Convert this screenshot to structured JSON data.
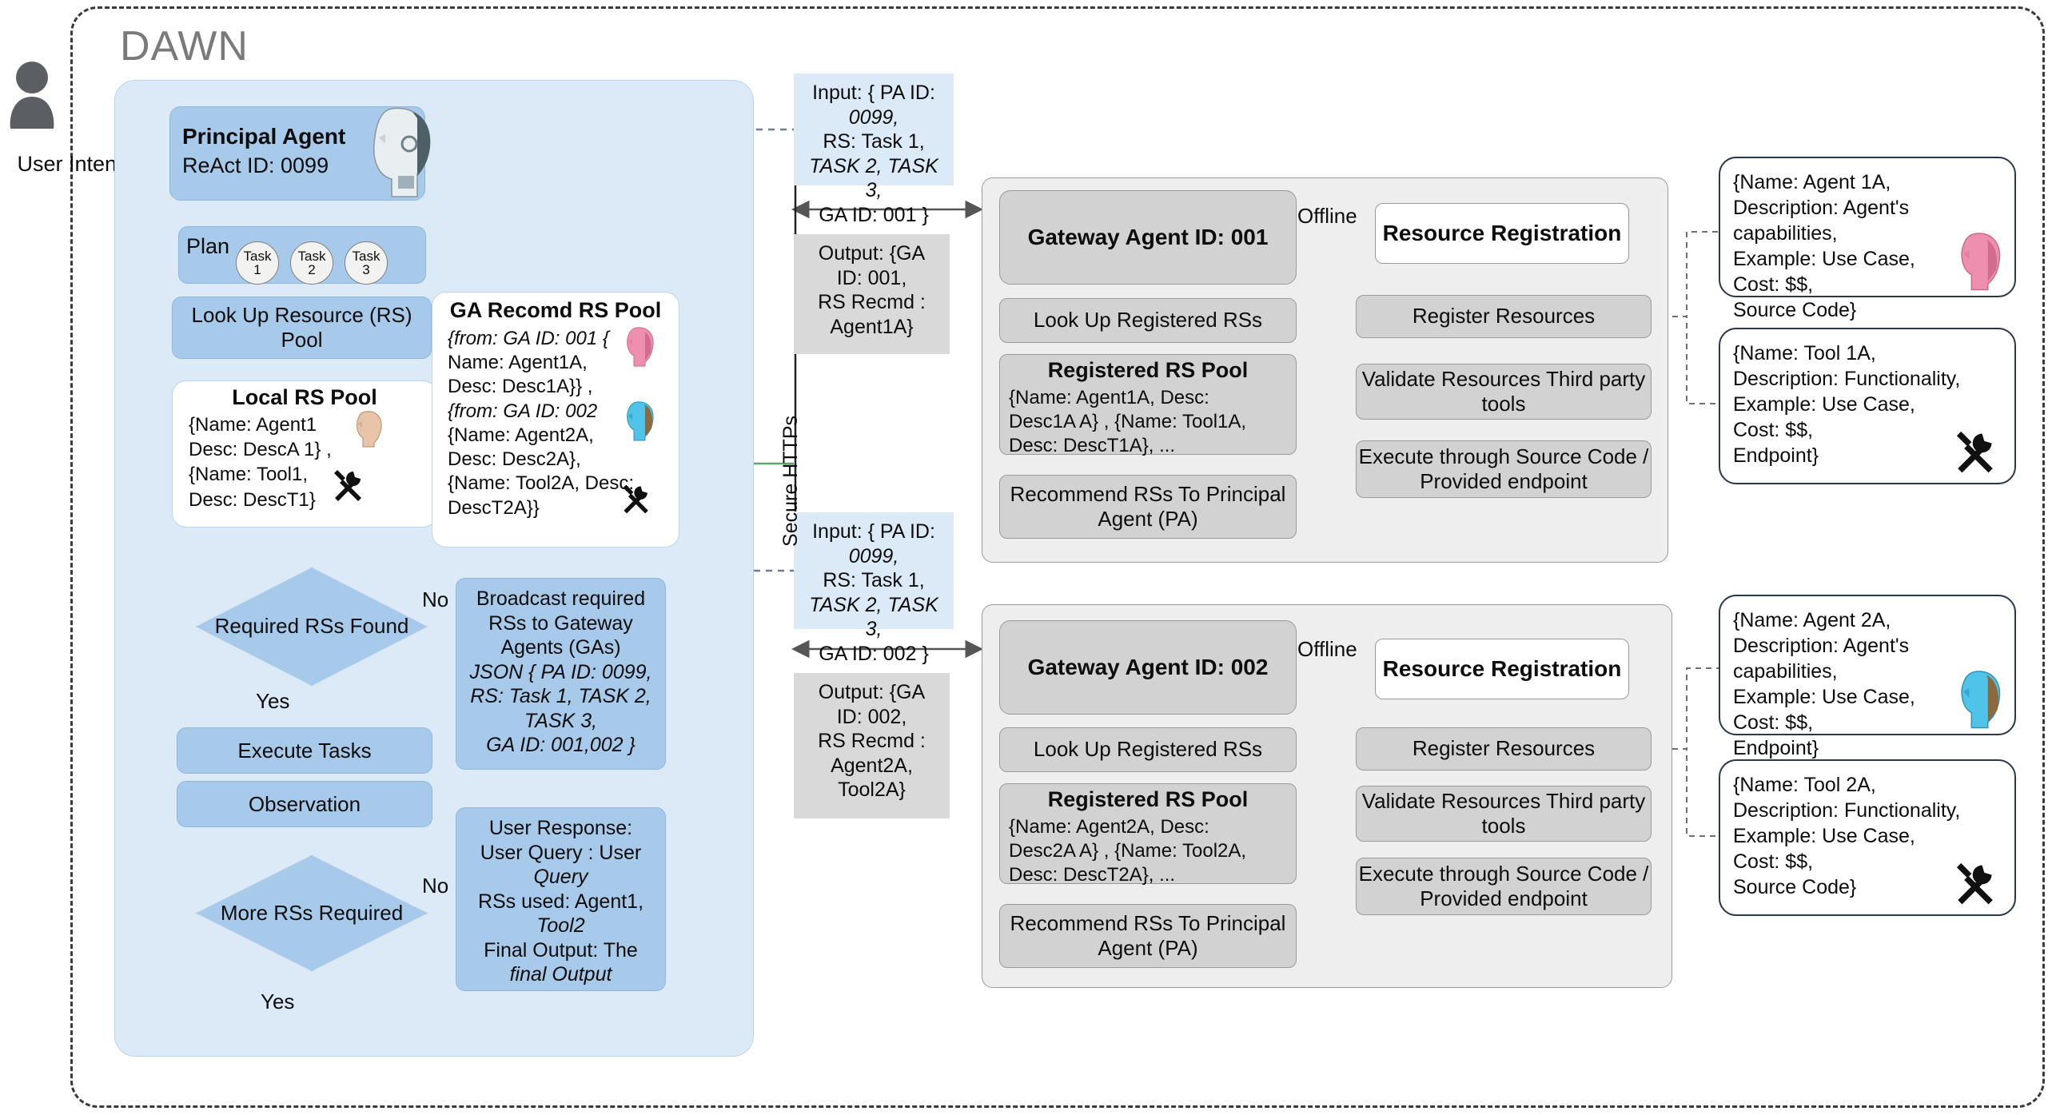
{
  "diagram": {
    "title": "DAWN",
    "user": {
      "icon": "user-avatar-icon",
      "label": "User Intent"
    },
    "secure_channel_label": "Secure HTTPs",
    "colors": {
      "panel_blue": "#dceaf7",
      "box_blue": "#a8caea",
      "panel_grey": "#eeeeee",
      "box_grey": "#d2d2d2",
      "message_grey": "#d9d9d9",
      "title_grey": "#7a7a7a",
      "card_border": "#27384a",
      "green_arrow": "#5aa469"
    }
  },
  "principal_agent": {
    "header_title": "Principal Agent",
    "header_subtitle": "ReAct ID: 0099",
    "plan_label": "Plan",
    "tasks": [
      {
        "line1": "Task",
        "line2": "1"
      },
      {
        "line1": "Task",
        "line2": "2"
      },
      {
        "line1": "Task",
        "line2": "3"
      }
    ],
    "lookup_box": "Look Up Resource (RS) Pool",
    "local_pool": {
      "title": "Local RS Pool",
      "lines": [
        "{Name: Agent1",
        "Desc: DescA 1} ,",
        "{Name: Tool1,",
        "Desc: DescT1}"
      ],
      "icons": [
        "agent-head-icon",
        "tools-icon"
      ]
    },
    "ga_recommended_pool": {
      "title": "GA Recomd RS Pool",
      "lines": [
        "{from: GA ID: 001 {",
        "Name: Agent1A,",
        "Desc: Desc1A}} ,",
        "{from: GA ID: 002",
        "{Name: Agent2A,",
        "Desc: Desc2A},",
        "{Name: Tool2A, Desc:",
        "DescT2A}}"
      ],
      "icons": [
        "pink-agent-head-icon",
        "blue-agent-head-icon",
        "tools-icon"
      ]
    },
    "decision_required_rs": "Required RSs Found",
    "decision_more_rs": "More RSs Required",
    "label_yes": "Yes",
    "label_no": "No",
    "execute_tasks": "Execute Tasks",
    "observation": "Observation",
    "broadcast_box": {
      "lines": [
        "Broadcast required",
        "RSs to Gateway",
        "Agents (GAs)",
        "JSON { PA ID: 0099,",
        "RS: Task 1, TASK 2,",
        "TASK 3,",
        "GA ID: 001,002 }"
      ]
    },
    "user_response_box": {
      "lines": [
        "User Response:",
        "User Query : User",
        "Query",
        "RSs used: Agent1,",
        "Tool2",
        "Final Output: The",
        "final Output"
      ]
    }
  },
  "messages": [
    {
      "name": "input-ga-001",
      "kind": "input",
      "lines": [
        "Input: { PA ID:",
        "0099,",
        "RS: Task 1,",
        "TASK 2, TASK 3,",
        "GA ID: 001 }"
      ]
    },
    {
      "name": "output-ga-001",
      "kind": "output",
      "lines": [
        "Output: {GA",
        "ID: 001,",
        "RS Recmd :",
        "Agent1A}"
      ]
    },
    {
      "name": "input-ga-002",
      "kind": "input",
      "lines": [
        "Input: { PA ID:",
        "0099,",
        "RS: Task 1,",
        "TASK 2, TASK 3,",
        "GA ID: 002 }"
      ]
    },
    {
      "name": "output-ga-002",
      "kind": "output",
      "lines": [
        "Output: {GA",
        "ID: 002,",
        "RS Recmd :",
        "Agent2A,",
        "Tool2A}"
      ]
    }
  ],
  "gateway_agents": [
    {
      "header": "Gateway Agent ID: 001",
      "lookup": "Look Up Registered RSs",
      "pool_title": "Registered  RS Pool",
      "pool_lines": [
        "{Name: Agent1A, Desc:",
        "Desc1A A} , {Name: Tool1A,",
        "Desc: DescT1A}, ..."
      ],
      "recommend": "Recommend RSs To Principal Agent (PA)",
      "offline_label": "Offline",
      "registration": {
        "title": "Resource Registration",
        "steps": [
          "Register Resources",
          "Validate Resources Third party tools",
          "Execute through Source Code / Provided endpoint"
        ]
      }
    },
    {
      "header": "Gateway Agent ID: 002",
      "lookup": "Look Up Registered RSs",
      "pool_title": "Registered  RS Pool",
      "pool_lines": [
        "{Name: Agent2A, Desc:",
        "Desc2A A} , {Name: Tool2A,",
        "Desc: DescT2A}, ..."
      ],
      "recommend": "Recommend RSs To Principal Agent (PA)",
      "offline_label": "Offline",
      "registration": {
        "title": "Resource Registration",
        "steps": [
          "Register Resources",
          "Validate Resources Third party tools",
          "Execute through Source Code / Provided endpoint"
        ]
      }
    }
  ],
  "resource_cards": [
    {
      "name": "agent-1a",
      "icon": "pink-agent-head-icon",
      "lines": [
        "{Name: Agent 1A,",
        "Description: Agent's capabilities,",
        "Example: Use Case,",
        "Cost: $$,",
        "Source Code}"
      ]
    },
    {
      "name": "tool-1a",
      "icon": "tools-icon",
      "lines": [
        "{Name: Tool 1A,",
        "Description: Functionality,",
        "Example: Use Case,",
        "Cost: $$,",
        "Endpoint}"
      ]
    },
    {
      "name": "agent-2a",
      "icon": "blue-agent-head-icon",
      "lines": [
        "{Name: Agent 2A,",
        "Description: Agent's capabilities,",
        "Example: Use Case,",
        "Cost: $$,",
        "Endpoint}"
      ]
    },
    {
      "name": "tool-2a",
      "icon": "tools-icon",
      "lines": [
        "{Name: Tool 2A,",
        "Description: Functionality,",
        "Example: Use Case,",
        "Cost: $$,",
        "Source Code}"
      ]
    }
  ]
}
